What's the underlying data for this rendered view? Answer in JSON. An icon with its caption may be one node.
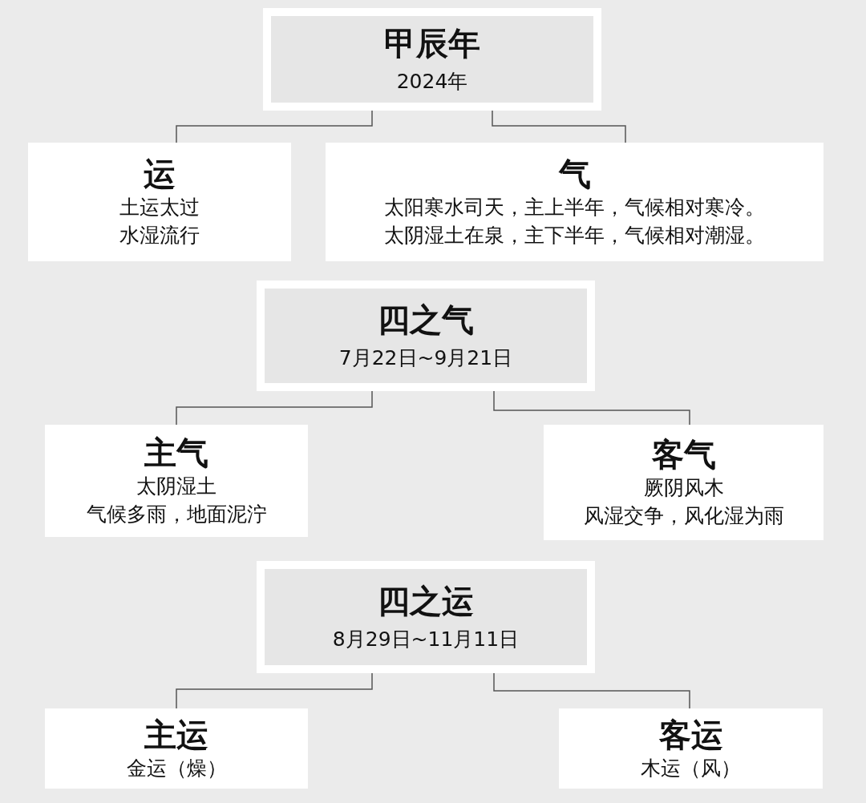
{
  "diagram": {
    "nodes": [
      {
        "text": [
          "甲辰年",
          "2024年"
        ]
      },
      {
        "text": [
          "运",
          "土运太过",
          "水湿流行"
        ]
      },
      {
        "text": [
          "气",
          "太阳寒水司天，主上半年，气候相对寒冷。",
          "太阴湿土在泉，主下半年，气候相对潮湿。"
        ]
      },
      {
        "text": [
          "四之气",
          "7月22日~9月21日"
        ]
      },
      {
        "text": [
          "主气",
          "太阴湿土",
          "气候多雨，地面泥泞"
        ]
      },
      {
        "text": [
          "客气",
          "厥阴风木",
          "风湿交争，风化湿为雨"
        ]
      },
      {
        "text": [
          "四之运",
          "8月29日~11月11日"
        ]
      },
      {
        "text": [
          "主运",
          "金运（燥）"
        ]
      },
      {
        "text": [
          "客运",
          "木运（风）"
        ]
      }
    ],
    "edges": [
      {
        "from": 0,
        "to": 1,
        "arrow": "none"
      },
      {
        "from": 0,
        "to": 2,
        "arrow": "none"
      },
      {
        "from": 3,
        "to": 4,
        "arrow": "none"
      },
      {
        "from": 3,
        "to": 5,
        "arrow": "none"
      },
      {
        "from": 6,
        "to": 7,
        "arrow": "none"
      },
      {
        "from": 6,
        "to": 8,
        "arrow": "none"
      }
    ]
  }
}
